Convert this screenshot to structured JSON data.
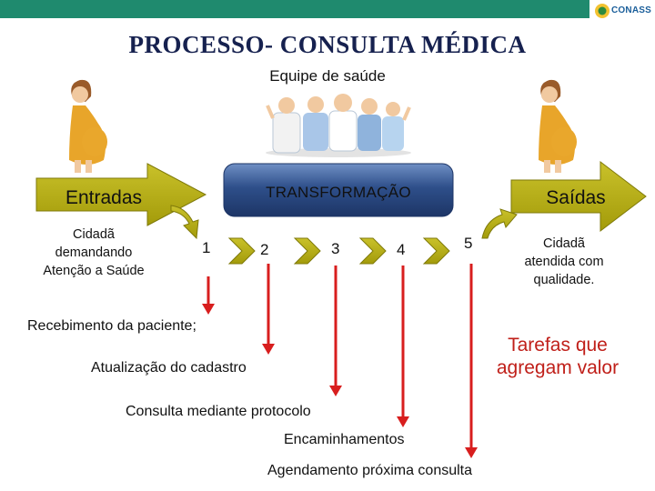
{
  "header": {
    "logo_text": "CONASS"
  },
  "title": "PROCESSO- CONSULTA MÉDICA",
  "team_label": "Equipe de saúde",
  "inputs": {
    "label": "Entradas",
    "description_lines": [
      "Cidadã",
      "demandando",
      "Atenção a Saúde"
    ]
  },
  "transformation": {
    "label": "TRANSFORMAÇÃO"
  },
  "outputs": {
    "label": "Saídas",
    "description_lines": [
      "Cidadã",
      "atendida com",
      "qualidade."
    ]
  },
  "steps": [
    "1",
    "2",
    "3",
    "4",
    "5"
  ],
  "tasks": [
    "Recebimento da paciente;",
    "Atualização do cadastro",
    "Consulta mediante protocolo",
    "Encaminhamentos",
    "Agendamento próxima consulta"
  ],
  "value_note_lines": [
    "Tarefas que",
    "agregam valor"
  ],
  "colors": {
    "header_bar": "#1f8a6e",
    "arrow_fill": "#b5ad0f",
    "arrow_stroke": "#7f7a0a",
    "transform_box": "#2e4f8a",
    "task_arrow": "#d81e1e",
    "value_text": "#c0201a",
    "title": "#16214f"
  },
  "icons": [
    "pregnant-woman-illustration",
    "health-team-illustration",
    "logo-icon"
  ]
}
